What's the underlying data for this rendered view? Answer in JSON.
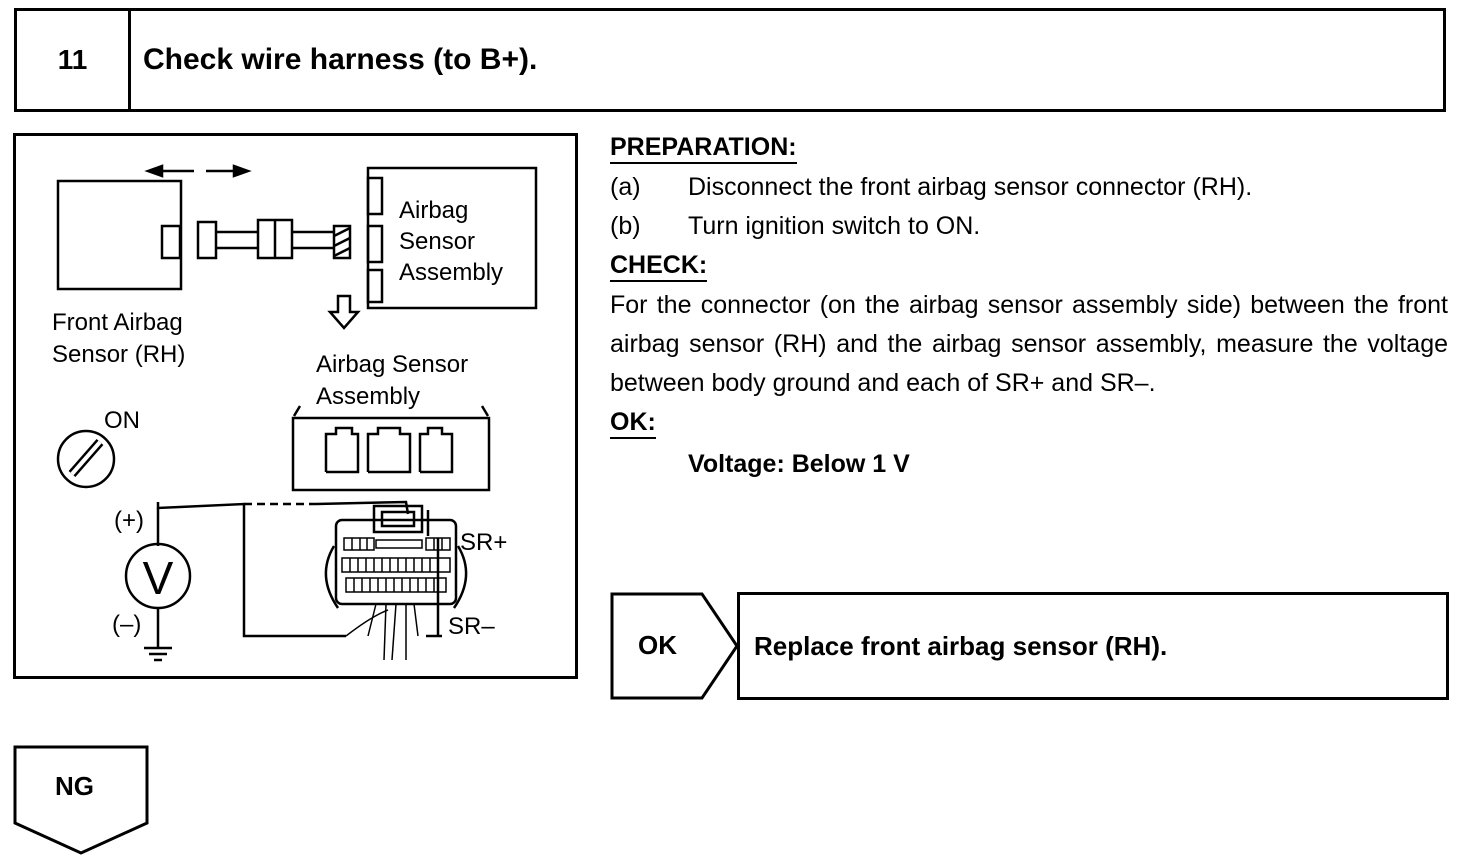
{
  "header": {
    "step_number": "11",
    "title": "Check wire harness (to B+)."
  },
  "diagram": {
    "front_sensor_label_1": "Front Airbag",
    "front_sensor_label_2": "Sensor (RH)",
    "assembly_label_1": "Airbag",
    "assembly_label_2": "Sensor",
    "assembly_label_3": "Assembly",
    "connector_label_1": "Airbag Sensor",
    "connector_label_2": "Assembly",
    "ignition_label": "ON",
    "plus_label": "(+)",
    "minus_label": "(–)",
    "meter_label": "V",
    "sr_plus_label": "SR+",
    "sr_minus_label": "SR–"
  },
  "instructions": {
    "preparation_heading": "PREPARATION:",
    "steps": [
      {
        "label": "(a)",
        "text": "Disconnect the front airbag sensor connector (RH)."
      },
      {
        "label": "(b)",
        "text": "Turn ignition switch to ON."
      }
    ],
    "check_heading": "CHECK:",
    "check_text": "For the connector (on the airbag sensor assembly side) between the front airbag sensor (RH) and the airbag sensor assembly, measure the voltage between body ground and each of SR+ and SR–.",
    "ok_heading": "OK:",
    "ok_spec": "Voltage: Below 1 V"
  },
  "result": {
    "ok_label": "OK",
    "ok_action": "Replace front airbag sensor (RH).",
    "ng_label": "NG"
  }
}
